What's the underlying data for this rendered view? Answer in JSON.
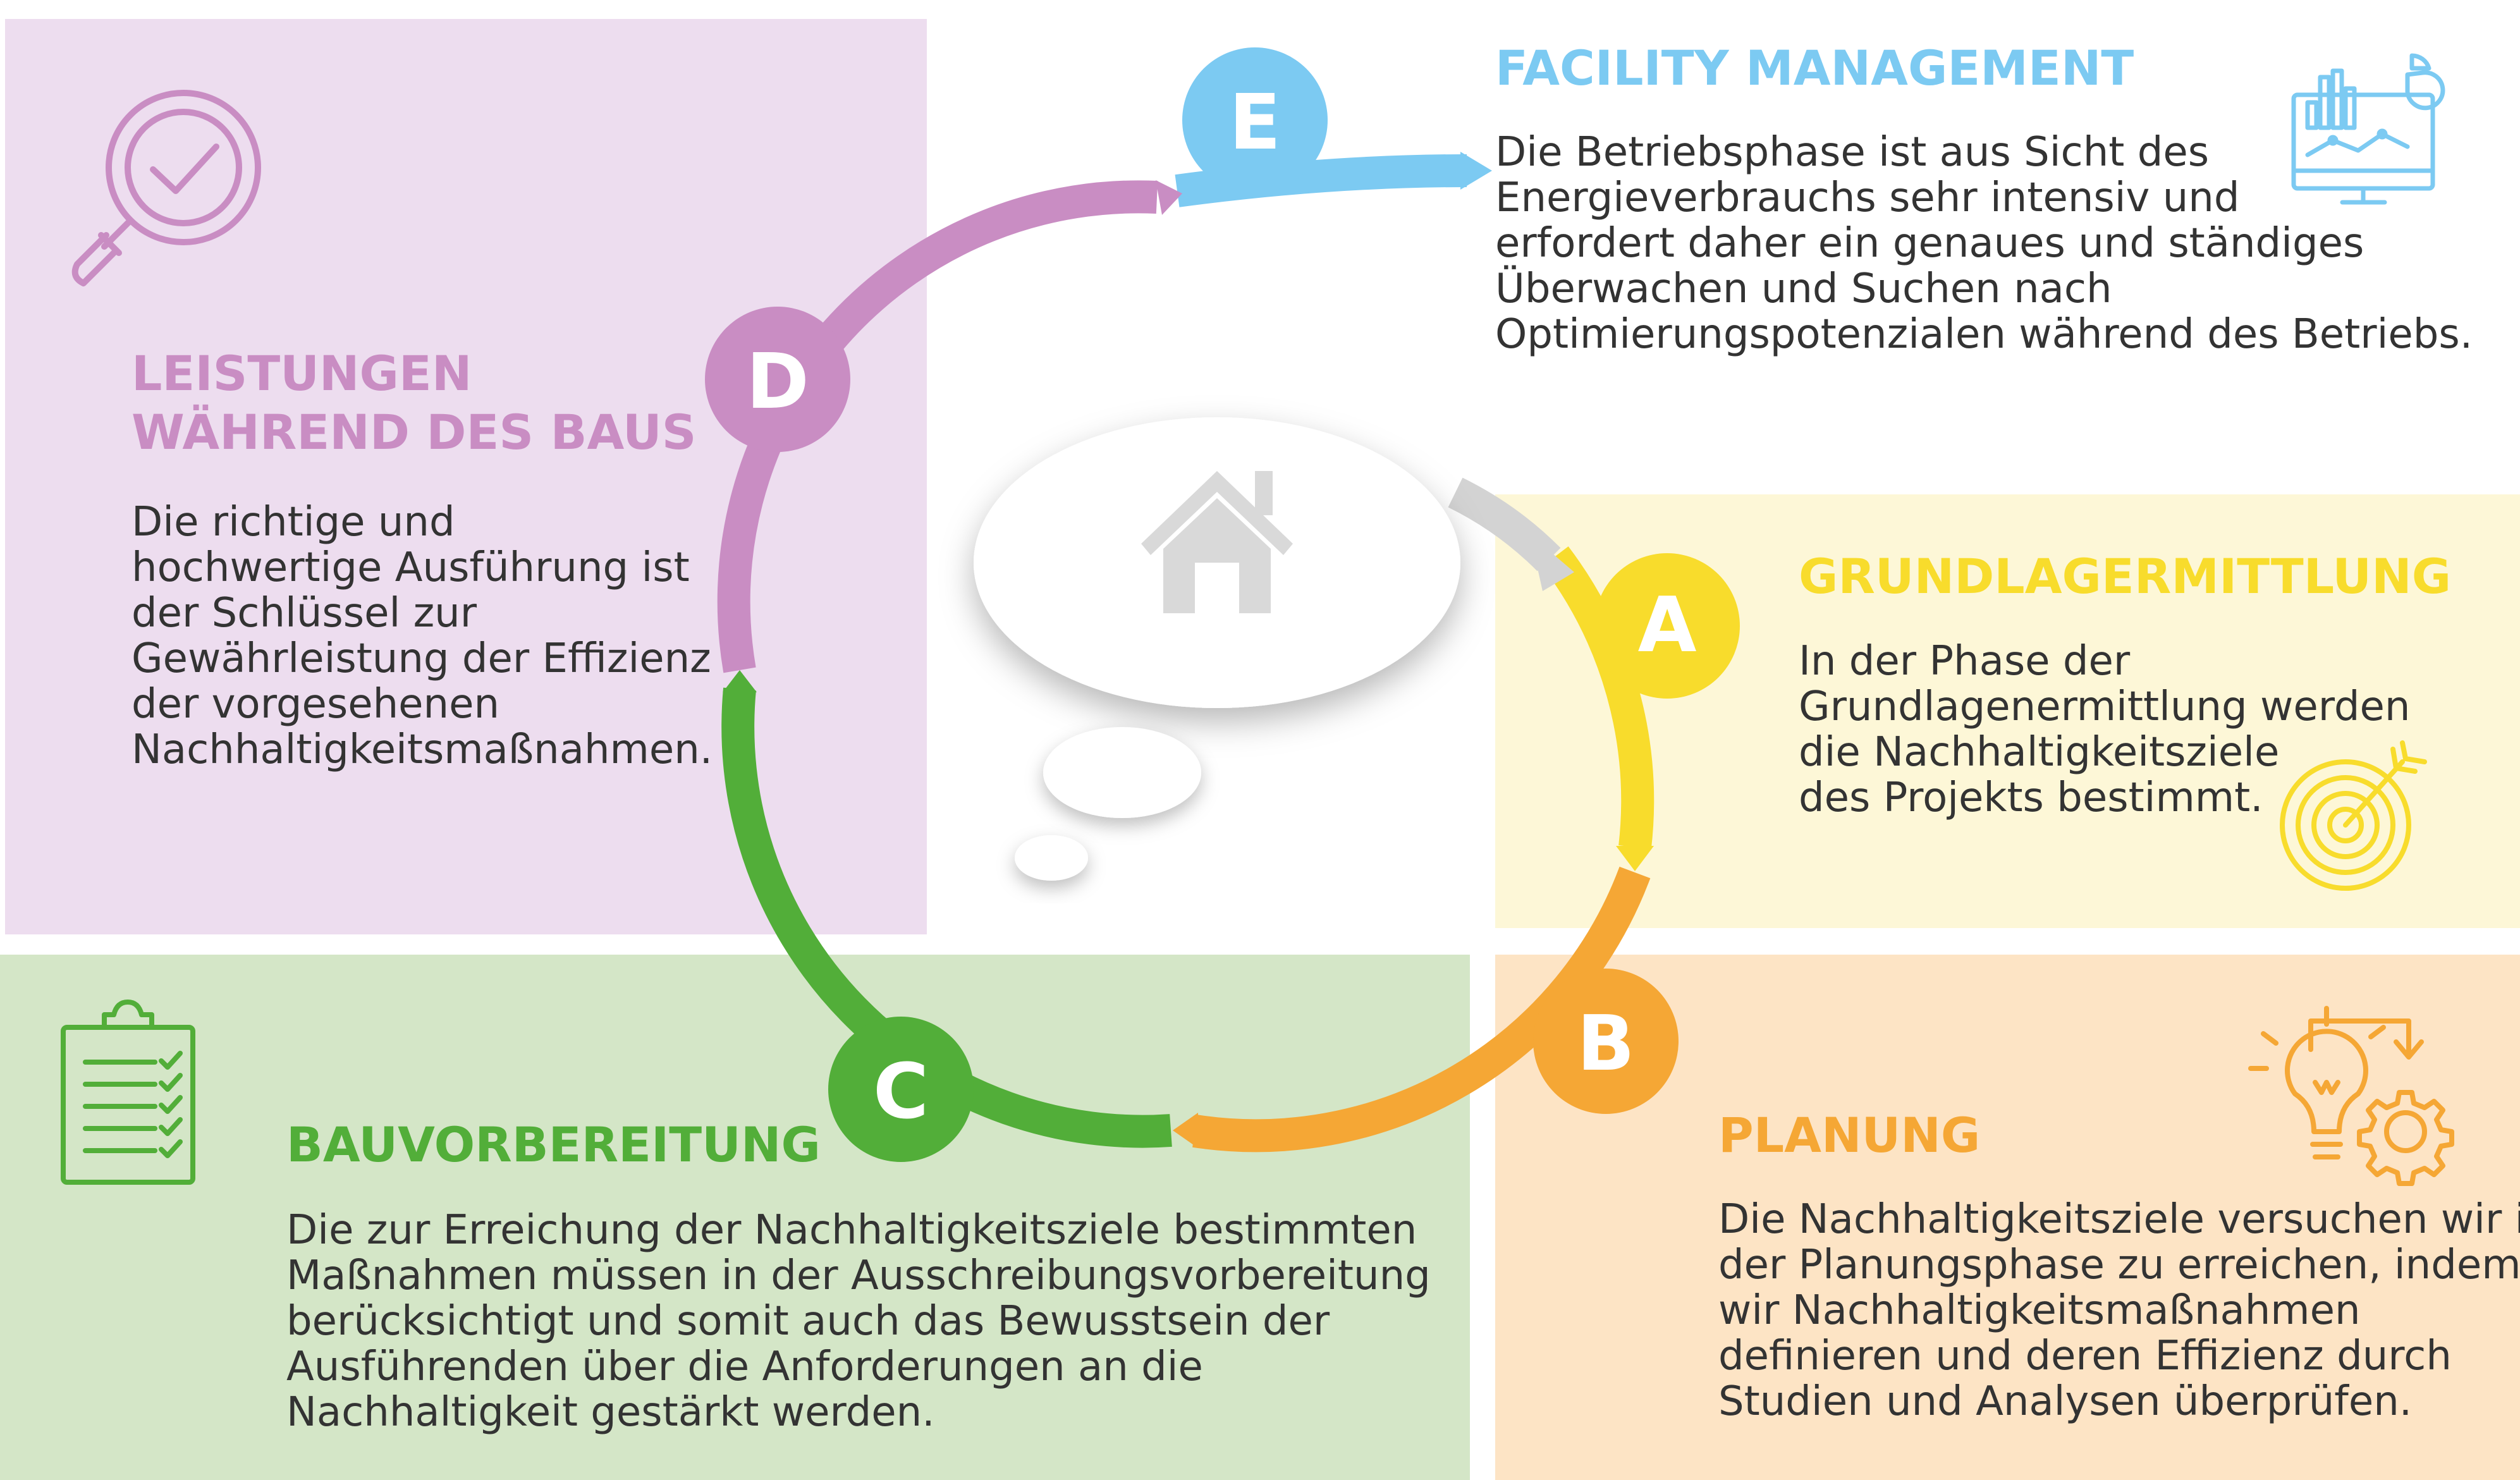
{
  "colors": {
    "purple": "#c98dc3",
    "purple_bg": "#edddef",
    "blue": "#7ccaf2",
    "yellow": "#f8dc2c",
    "yellow_bg": "#fdf7d7",
    "orange": "#f5a735",
    "orange_bg": "#fde4c5",
    "green": "#52ae39",
    "green_bg": "#d4e6c7",
    "gray": "#d3d3d3"
  },
  "phases": {
    "A": {
      "letter": "A",
      "title": "GRUNDLAGERMITTLUNG",
      "lines": [
        "In der Phase der",
        "Grundlagenermittlung werden",
        "die Nachhaltigkeitsziele",
        "des Projekts bestimmt."
      ],
      "icon": "target-icon"
    },
    "B": {
      "letter": "B",
      "title": "PLANUNG",
      "lines": [
        "Die Nachhaltigkeitsziele versuchen wir in",
        "der Planungsphase zu erreichen, indem",
        "wir Nachhaltigkeitsmaßnahmen",
        "definieren und deren Effizienz durch",
        "Studien und Analysen überprüfen."
      ],
      "icon": "lightbulb-gear-icon"
    },
    "C": {
      "letter": "C",
      "title": "BAUVORBEREITUNG",
      "lines": [
        "Die zur Erreichung der Nachhaltigkeitsziele bestimmten",
        "Maßnahmen müssen in der Ausschreibungsvorbereitung",
        "berücksichtigt und somit auch das Bewusstsein der",
        "Ausführenden über die Anforderungen an die",
        "Nachhaltigkeit gestärkt werden."
      ],
      "icon": "clipboard-checklist-icon"
    },
    "D": {
      "letter": "D",
      "title_lines": [
        "LEISTUNGEN",
        "WÄHREND DES BAUS"
      ],
      "lines": [
        "Die richtige und",
        "hochwertige Ausführung ist",
        "der Schlüssel zur",
        "Gewährleistung der Effizienz",
        "der vorgesehenen",
        "Nachhaltigkeitsmaßnahmen."
      ],
      "icon": "magnifier-check-icon"
    },
    "E": {
      "letter": "E",
      "title": "FACILITY MANAGEMENT",
      "lines": [
        "Die Betriebsphase ist aus Sicht des",
        "Energieverbrauchs sehr intensiv und",
        "erfordert daher ein genaues und ständiges",
        "Überwachen und Suchen nach",
        "Optimierungspotenzialen während des Betriebs."
      ],
      "icon": "monitor-dashboard-icon"
    }
  },
  "center": {
    "icon": "house-icon",
    "shape": "thought-bubble"
  }
}
